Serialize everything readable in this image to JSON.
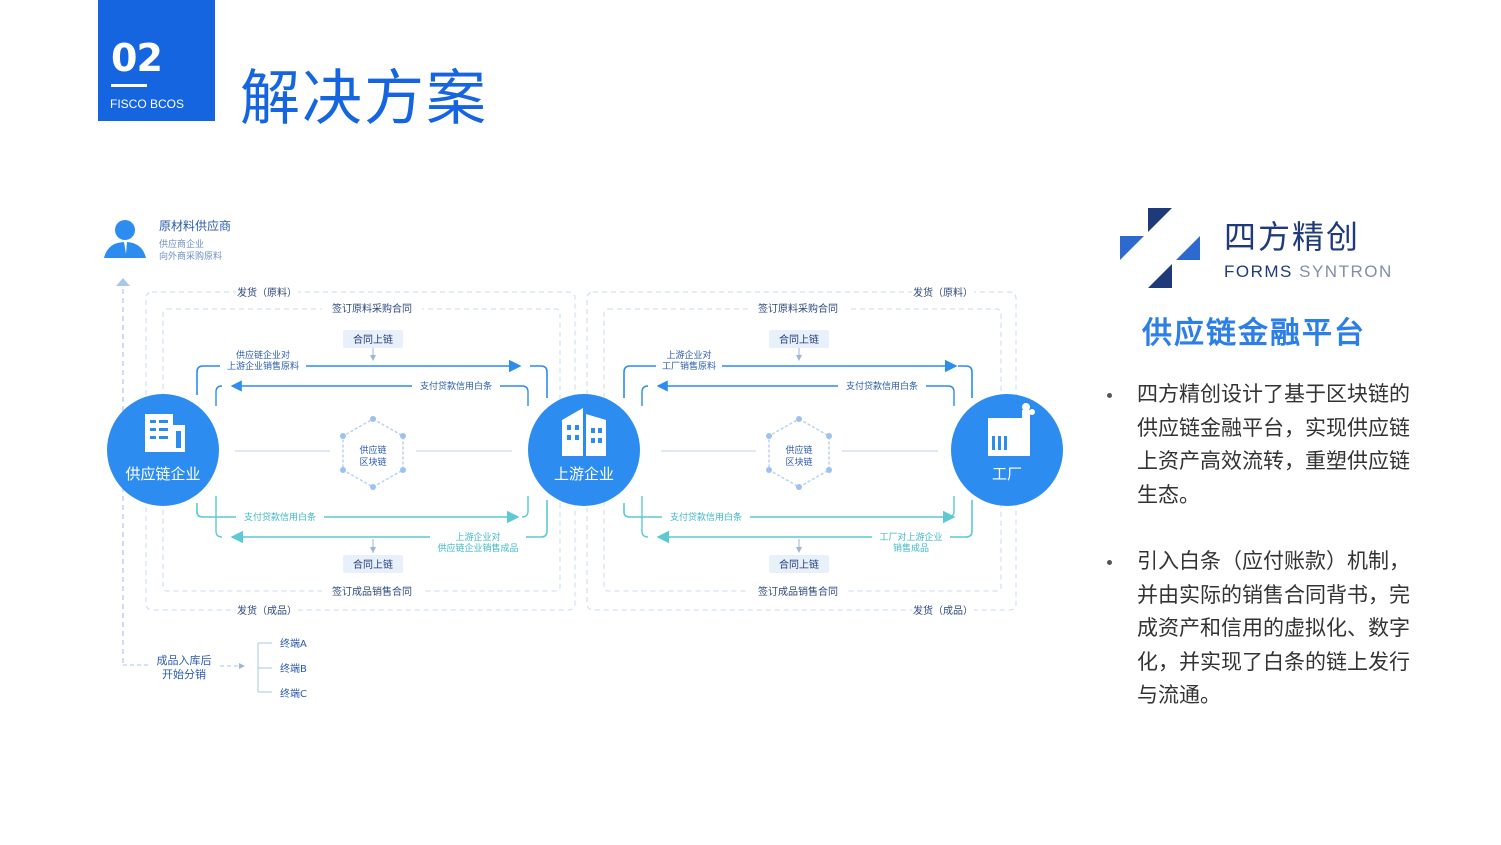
{
  "badge": {
    "number": "02",
    "subtitle": "FISCO BCOS"
  },
  "title": "解决方案",
  "diagram": {
    "supplier": {
      "title": "原材料供应商",
      "line1": "供应商企业",
      "line2": "向外商采购原料"
    },
    "nodes": {
      "left": "供应链企业",
      "middle": "上游企业",
      "right": "工厂"
    },
    "blockchain": {
      "line1": "供应链",
      "line2": "区块链"
    },
    "left_panel": {
      "ship_raw": "发货（原料）",
      "sign_raw": "签订原料采购合同",
      "contract_top": "合同上链",
      "sell_raw_line1": "供应链企业对",
      "sell_raw_line2": "上游企业销售原料",
      "pay_top": "支付贷款信用白条",
      "pay_bottom": "支付贷款信用白条",
      "sell_product_line1": "上游企业对",
      "sell_product_line2": "供应链企业销售成品",
      "contract_bottom": "合同上链",
      "sign_product": "签订成品销售合同",
      "ship_product": "发货（成品）"
    },
    "right_panel": {
      "ship_raw": "发货（原料）",
      "sign_raw": "签订原料采购合同",
      "contract_top": "合同上链",
      "sell_raw_line1": "上游企业对",
      "sell_raw_line2": "工厂销售原料",
      "pay_top": "支付贷款信用白条",
      "pay_bottom": "支付贷款信用白条",
      "sell_product_line1": "工厂对上游企业",
      "sell_product_line2": "销售成品",
      "contract_bottom": "合同上链",
      "sign_product": "签订成品销售合同",
      "ship_product": "发货（成品）"
    },
    "distribution": {
      "line1": "成品入库后",
      "line2": "开始分销",
      "terminals": [
        "终端A",
        "终端B",
        "终端C"
      ]
    }
  },
  "brand": {
    "cn": "四方精创",
    "en_bold": "FORMS",
    "en_light": " SYNTRON",
    "platform": "供应链金融平台"
  },
  "bullets": [
    "四方精创设计了基于区块链的供应链金融平台，实现供应链上资产高效流转，重塑供应链生态。",
    "引入白条（应付账款）机制，并由实际的销售合同背书，完成资产和信用的虚拟化、数字化，并实现了白条的链上发行与流通。"
  ],
  "colors": {
    "primary": "#1565e0",
    "node": "#2d8cf0",
    "teal": "#5cc9d4",
    "line": "#a9c6ec"
  }
}
